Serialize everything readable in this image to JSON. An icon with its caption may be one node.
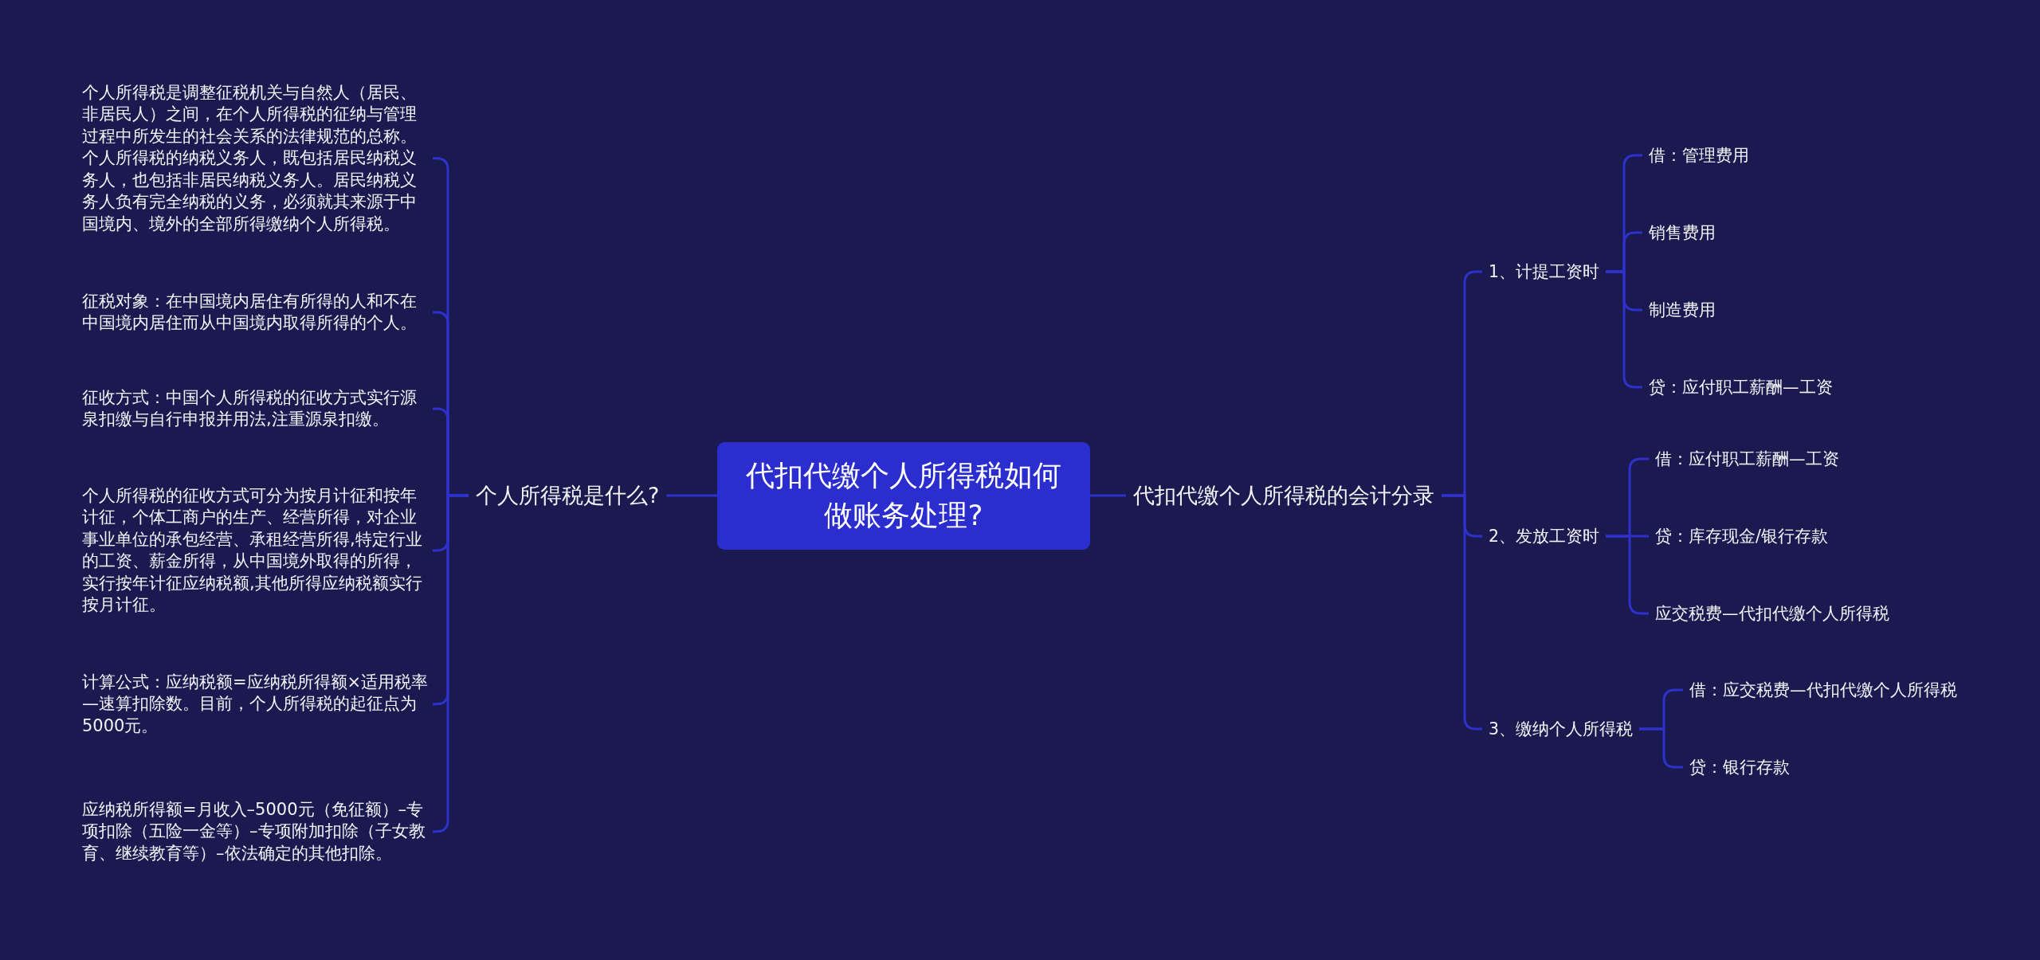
{
  "diagram": {
    "nodes": [
      {
        "text": [
          "代扣代缴个人所得税如何做账务处理?"
        ]
      },
      {
        "text": [
          "个人所得税是什么?"
        ]
      },
      {
        "text": [
          "个人所得税是调整征税机关与自然人（居民、非居民人）之间，在个人所得税的征纳与管理过程中所发生的社会关系的法律规范的总称。个人所得税的纳税义务人，既包括居民纳税义务人，也包括非居民纳税义务人。居民纳税义务人负有完全纳税的义务，必须就其来源于中国境内、境外的全部所得缴纳个人所得税。"
        ]
      },
      {
        "text": [
          "征税对象：在中国境内居住有所得的人和不在中国境内居住而从中国境内取得所得的个人。"
        ]
      },
      {
        "text": [
          "征收方式：中国个人所得税的征收方式实行源泉扣缴与自行申报并用法,注重源泉扣缴。"
        ]
      },
      {
        "text": [
          "个人所得税的征收方式可分为按月计征和按年计征，个体工商户的生产、经营所得，对企业事业单位的承包经营、承租经营所得,特定行业的工资、薪金所得，从中国境外取得的所得，实行按年计征应纳税额,其他所得应纳税额实行按月计征。"
        ]
      },
      {
        "text": [
          "计算公式：应纳税额=应纳税所得额×适用税率—速算扣除数。目前，个人所得税的起征点为5000元。"
        ]
      },
      {
        "text": [
          "应纳税所得额=月收入–5000元（免征额）–专项扣除（五险一金等）–专项附加扣除（子女教育、继续教育等）–依法确定的其他扣除。"
        ]
      },
      {
        "text": [
          "代扣代缴个人所得税的会计分录"
        ]
      },
      {
        "text": [
          "1、计提工资时"
        ]
      },
      {
        "text": [
          "借：管理费用"
        ]
      },
      {
        "text": [
          "销售费用"
        ]
      },
      {
        "text": [
          "制造费用"
        ]
      },
      {
        "text": [
          "贷：应付职工薪酬—工资"
        ]
      },
      {
        "text": [
          "2、发放工资时"
        ]
      },
      {
        "text": [
          "借：应付职工薪酬—工资"
        ]
      },
      {
        "text": [
          "贷：库存现金/银行存款"
        ]
      },
      {
        "text": [
          "应交税费—代扣代缴个人所得税"
        ]
      },
      {
        "text": [
          "3、缴纳个人所得税"
        ]
      },
      {
        "text": [
          "借：应交税费—代扣代缴个人所得税"
        ]
      },
      {
        "text": [
          "贷：银行存款"
        ]
      }
    ],
    "edges": [
      {
        "from": 0,
        "to": 1,
        "arrow": "none"
      },
      {
        "from": 1,
        "to": 2,
        "arrow": "none"
      },
      {
        "from": 1,
        "to": 3,
        "arrow": "none"
      },
      {
        "from": 1,
        "to": 4,
        "arrow": "none"
      },
      {
        "from": 1,
        "to": 5,
        "arrow": "none"
      },
      {
        "from": 1,
        "to": 6,
        "arrow": "none"
      },
      {
        "from": 1,
        "to": 7,
        "arrow": "none"
      },
      {
        "from": 0,
        "to": 8,
        "arrow": "none"
      },
      {
        "from": 8,
        "to": 9,
        "arrow": "none"
      },
      {
        "from": 8,
        "to": 14,
        "arrow": "none"
      },
      {
        "from": 8,
        "to": 18,
        "arrow": "none"
      },
      {
        "from": 9,
        "to": 10,
        "arrow": "none"
      },
      {
        "from": 9,
        "to": 11,
        "arrow": "none"
      },
      {
        "from": 9,
        "to": 12,
        "arrow": "none"
      },
      {
        "from": 9,
        "to": 13,
        "arrow": "none"
      },
      {
        "from": 14,
        "to": 15,
        "arrow": "none"
      },
      {
        "from": 14,
        "to": 16,
        "arrow": "none"
      },
      {
        "from": 14,
        "to": 17,
        "arrow": "none"
      },
      {
        "from": 18,
        "to": 19,
        "arrow": "none"
      },
      {
        "from": 18,
        "to": 20,
        "arrow": "none"
      }
    ]
  }
}
